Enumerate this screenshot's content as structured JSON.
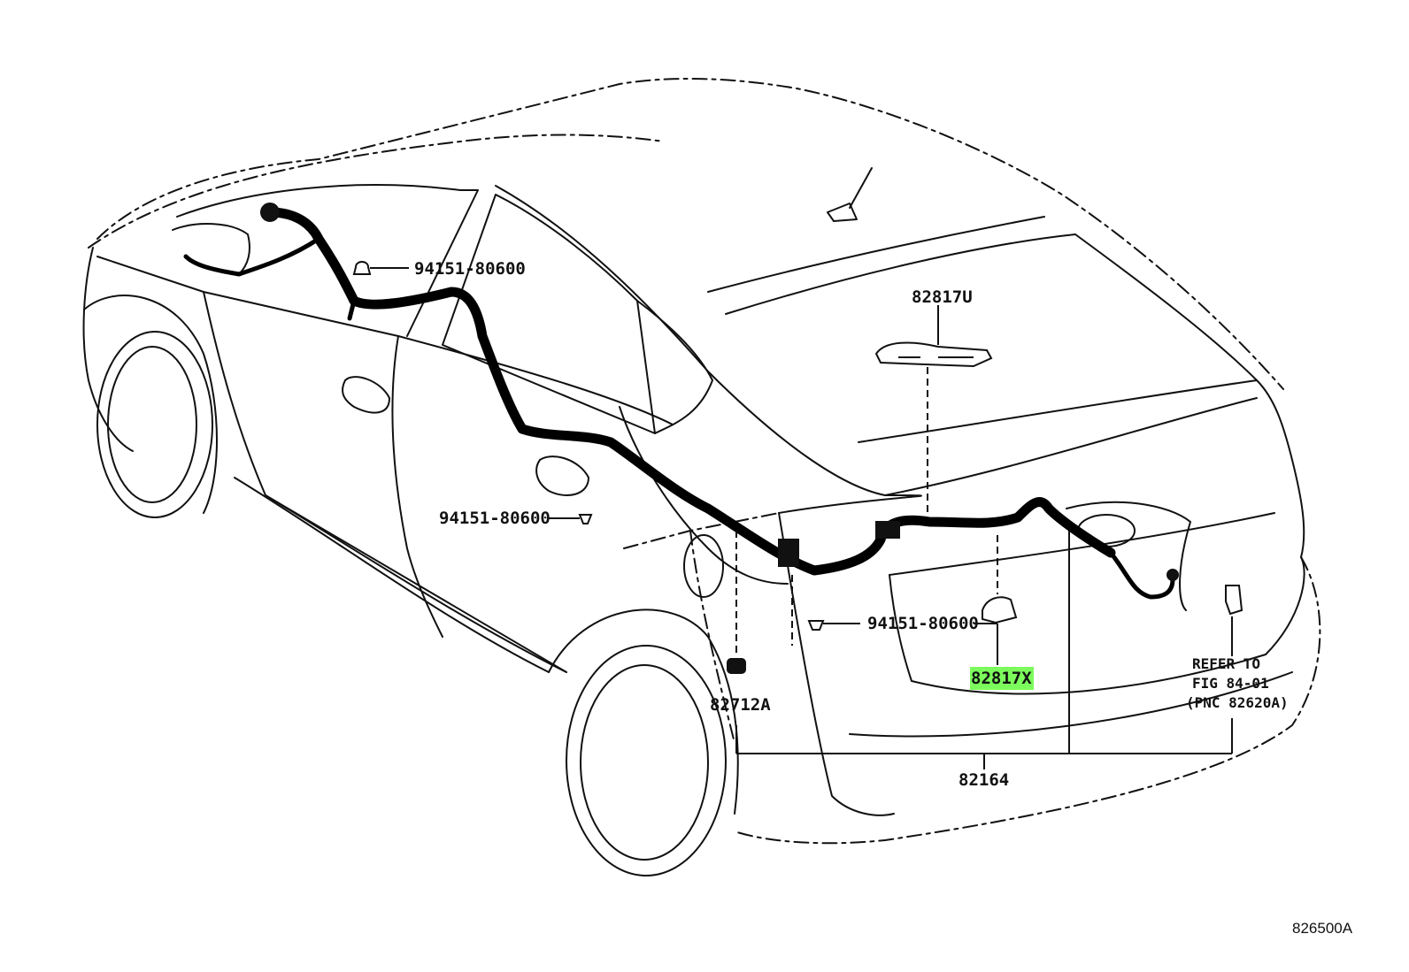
{
  "diagram": {
    "figure_id": "826500A",
    "labels": {
      "clip_top": "94151-80600",
      "clip_mid": "94151-80600",
      "clip_rear": "94151-80600",
      "part_upper_clamp": "82817U",
      "part_highlighted": "82817X",
      "part_grommet": "82712A",
      "part_harness": "82164",
      "refer_line1": "REFER TO",
      "refer_line2": "FIG 84-01",
      "refer_line3": "(PNC 82620A)"
    },
    "highlight_color": "#7CFC5C"
  }
}
